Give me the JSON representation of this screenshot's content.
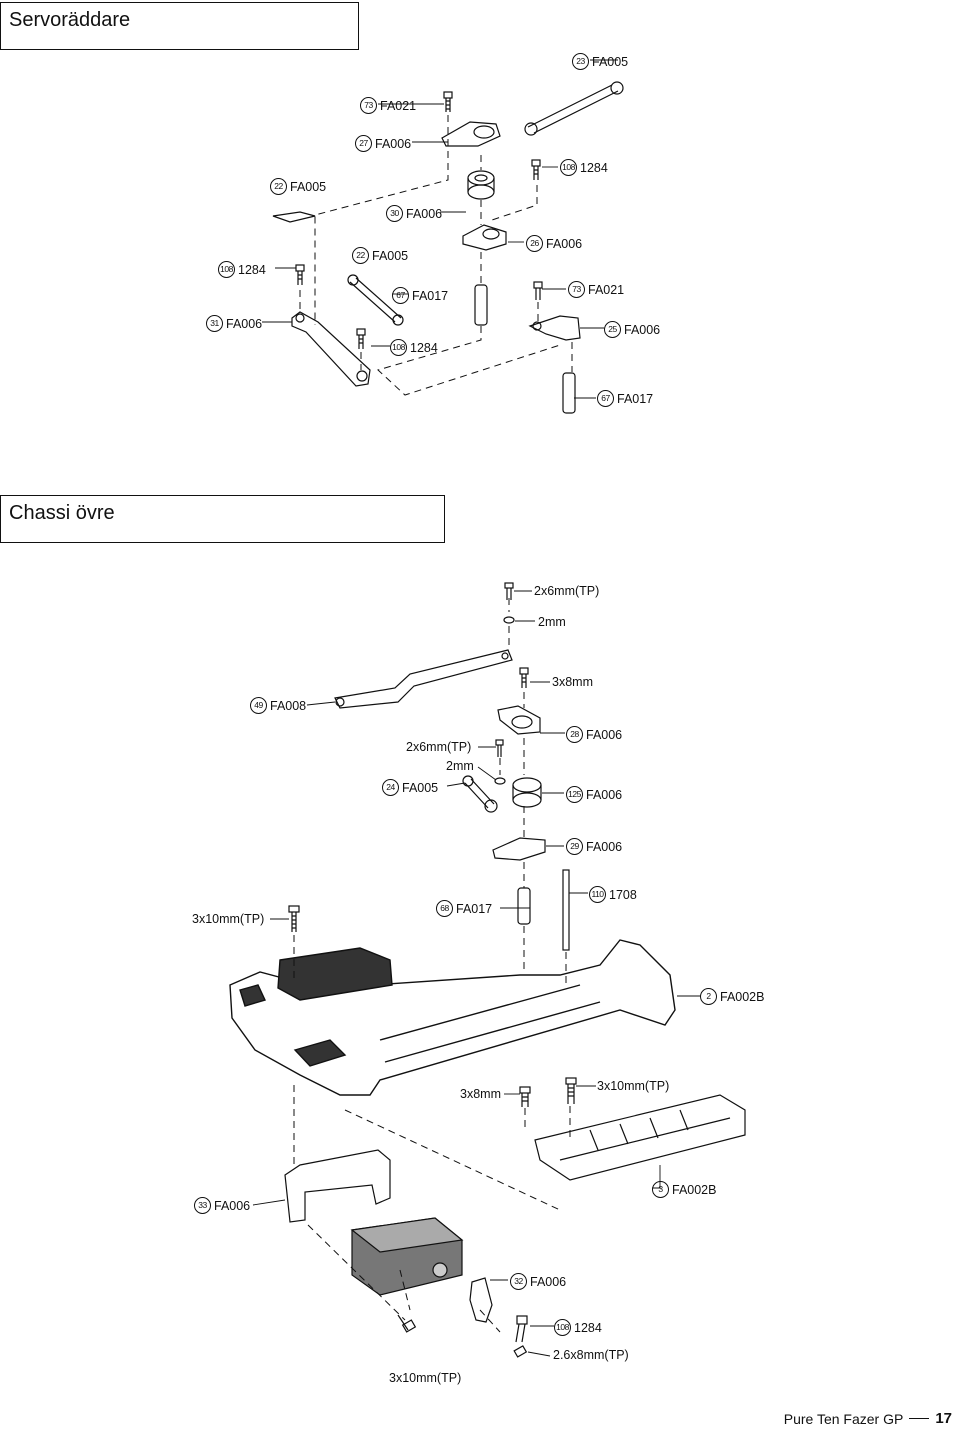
{
  "sections": [
    {
      "title": "Servoräddare"
    },
    {
      "title": "Chassi övre"
    }
  ],
  "labels": {
    "s1_23": {
      "num": "23",
      "text": "FA005"
    },
    "s1_73a": {
      "num": "73",
      "text": "FA021"
    },
    "s1_27": {
      "num": "27",
      "text": "FA006"
    },
    "s1_108a": {
      "num": "108",
      "text": "1284"
    },
    "s1_22a": {
      "num": "22",
      "text": "FA005"
    },
    "s1_30": {
      "num": "30",
      "text": "FA006"
    },
    "s1_26": {
      "num": "26",
      "text": "FA006"
    },
    "s1_108b": {
      "num": "108",
      "text": "1284"
    },
    "s1_22b": {
      "num": "22",
      "text": "FA005"
    },
    "s1_73b": {
      "num": "73",
      "text": "FA021"
    },
    "s1_67a": {
      "num": "67",
      "text": "FA017"
    },
    "s1_31": {
      "num": "31",
      "text": "FA006"
    },
    "s1_25": {
      "num": "25",
      "text": "FA006"
    },
    "s1_108c": {
      "num": "108",
      "text": "1284"
    },
    "s1_67b": {
      "num": "67",
      "text": "FA017"
    },
    "s2_2x6a": {
      "text": "2x6mm(TP)"
    },
    "s2_2mma": {
      "text": "2mm"
    },
    "s2_3x8a": {
      "text": "3x8mm"
    },
    "s2_49": {
      "num": "49",
      "text": "FA008"
    },
    "s2_2x6b": {
      "text": "2x6mm(TP)"
    },
    "s2_2mmb": {
      "text": "2mm"
    },
    "s2_28": {
      "num": "28",
      "text": "FA006"
    },
    "s2_24": {
      "num": "24",
      "text": "FA005"
    },
    "s2_125": {
      "num": "125",
      "text": "FA006"
    },
    "s2_29": {
      "num": "29",
      "text": "FA006"
    },
    "s2_68": {
      "num": "68",
      "text": "FA017"
    },
    "s2_110": {
      "num": "110",
      "text": "1708"
    },
    "s2_3x10a": {
      "text": "3x10mm(TP)"
    },
    "s2_2": {
      "num": "2",
      "text": "FA002B"
    },
    "s2_3x8b": {
      "text": "3x8mm"
    },
    "s2_3x10b": {
      "text": "3x10mm(TP)"
    },
    "s2_3": {
      "num": "3",
      "text": "FA002B"
    },
    "s2_33": {
      "num": "33",
      "text": "FA006"
    },
    "s2_32": {
      "num": "32",
      "text": "FA006"
    },
    "s2_108": {
      "num": "108",
      "text": "1284"
    },
    "s2_26x8": {
      "text": "2.6x8mm(TP)"
    },
    "s2_3x10c": {
      "text": "3x10mm(TP)"
    }
  },
  "footer": {
    "title": "Pure Ten Fazer GP",
    "page": "17"
  }
}
